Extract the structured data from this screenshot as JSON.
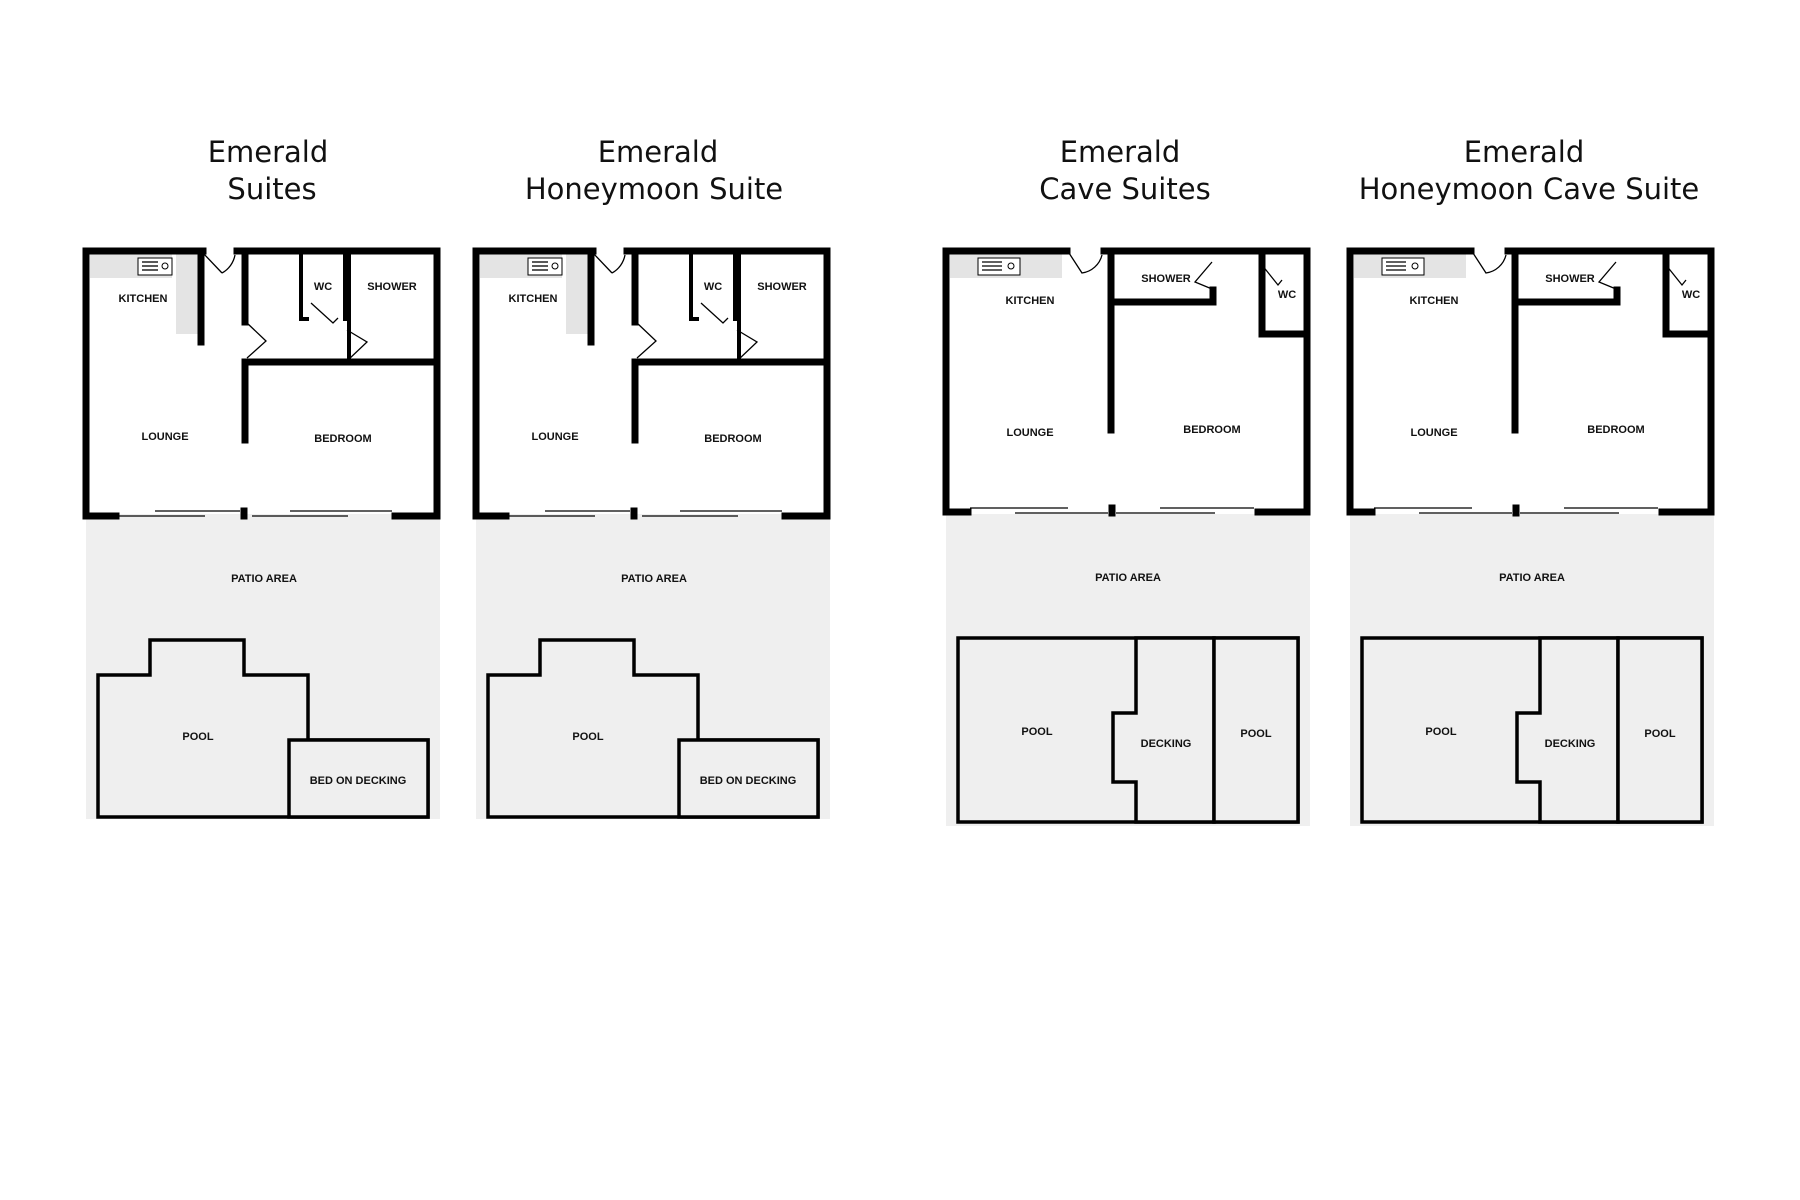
{
  "plans": [
    {
      "title_line1": "Emerald",
      "title_line2": "Suites",
      "rooms": {
        "kitchen": "KITCHEN",
        "lounge": "LOUNGE",
        "wc": "WC",
        "shower": "SHOWER",
        "bedroom": "BEDROOM",
        "patio": "PATIO AREA",
        "pool": "POOL",
        "bed_on_decking": "BED ON DECKING"
      }
    },
    {
      "title_line1": "Emerald",
      "title_line2": "Honeymoon Suite",
      "rooms": {
        "kitchen": "KITCHEN",
        "lounge": "LOUNGE",
        "wc": "WC",
        "shower": "SHOWER",
        "bedroom": "BEDROOM",
        "patio": "PATIO AREA",
        "pool": "POOL",
        "bed_on_decking": "BED ON DECKING"
      }
    },
    {
      "title_line1": "Emerald",
      "title_line2": "Cave Suites",
      "rooms": {
        "kitchen": "KITCHEN",
        "lounge": "LOUNGE",
        "shower": "SHOWER",
        "wc": "WC",
        "bedroom": "BEDROOM",
        "patio": "PATIO AREA",
        "pool_left": "POOL",
        "decking": "DECKING",
        "pool_right": "POOL"
      }
    },
    {
      "title_line1": "Emerald",
      "title_line2": "Honeymoon Cave Suite",
      "rooms": {
        "kitchen": "KITCHEN",
        "lounge": "LOUNGE",
        "shower": "SHOWER",
        "wc": "WC",
        "bedroom": "BEDROOM",
        "patio": "PATIO AREA",
        "pool_left": "POOL",
        "decking": "DECKING",
        "pool_right": "POOL"
      }
    }
  ],
  "colors": {
    "wall": "#000000",
    "floor_fill": "#efefef",
    "background": "#ffffff"
  }
}
